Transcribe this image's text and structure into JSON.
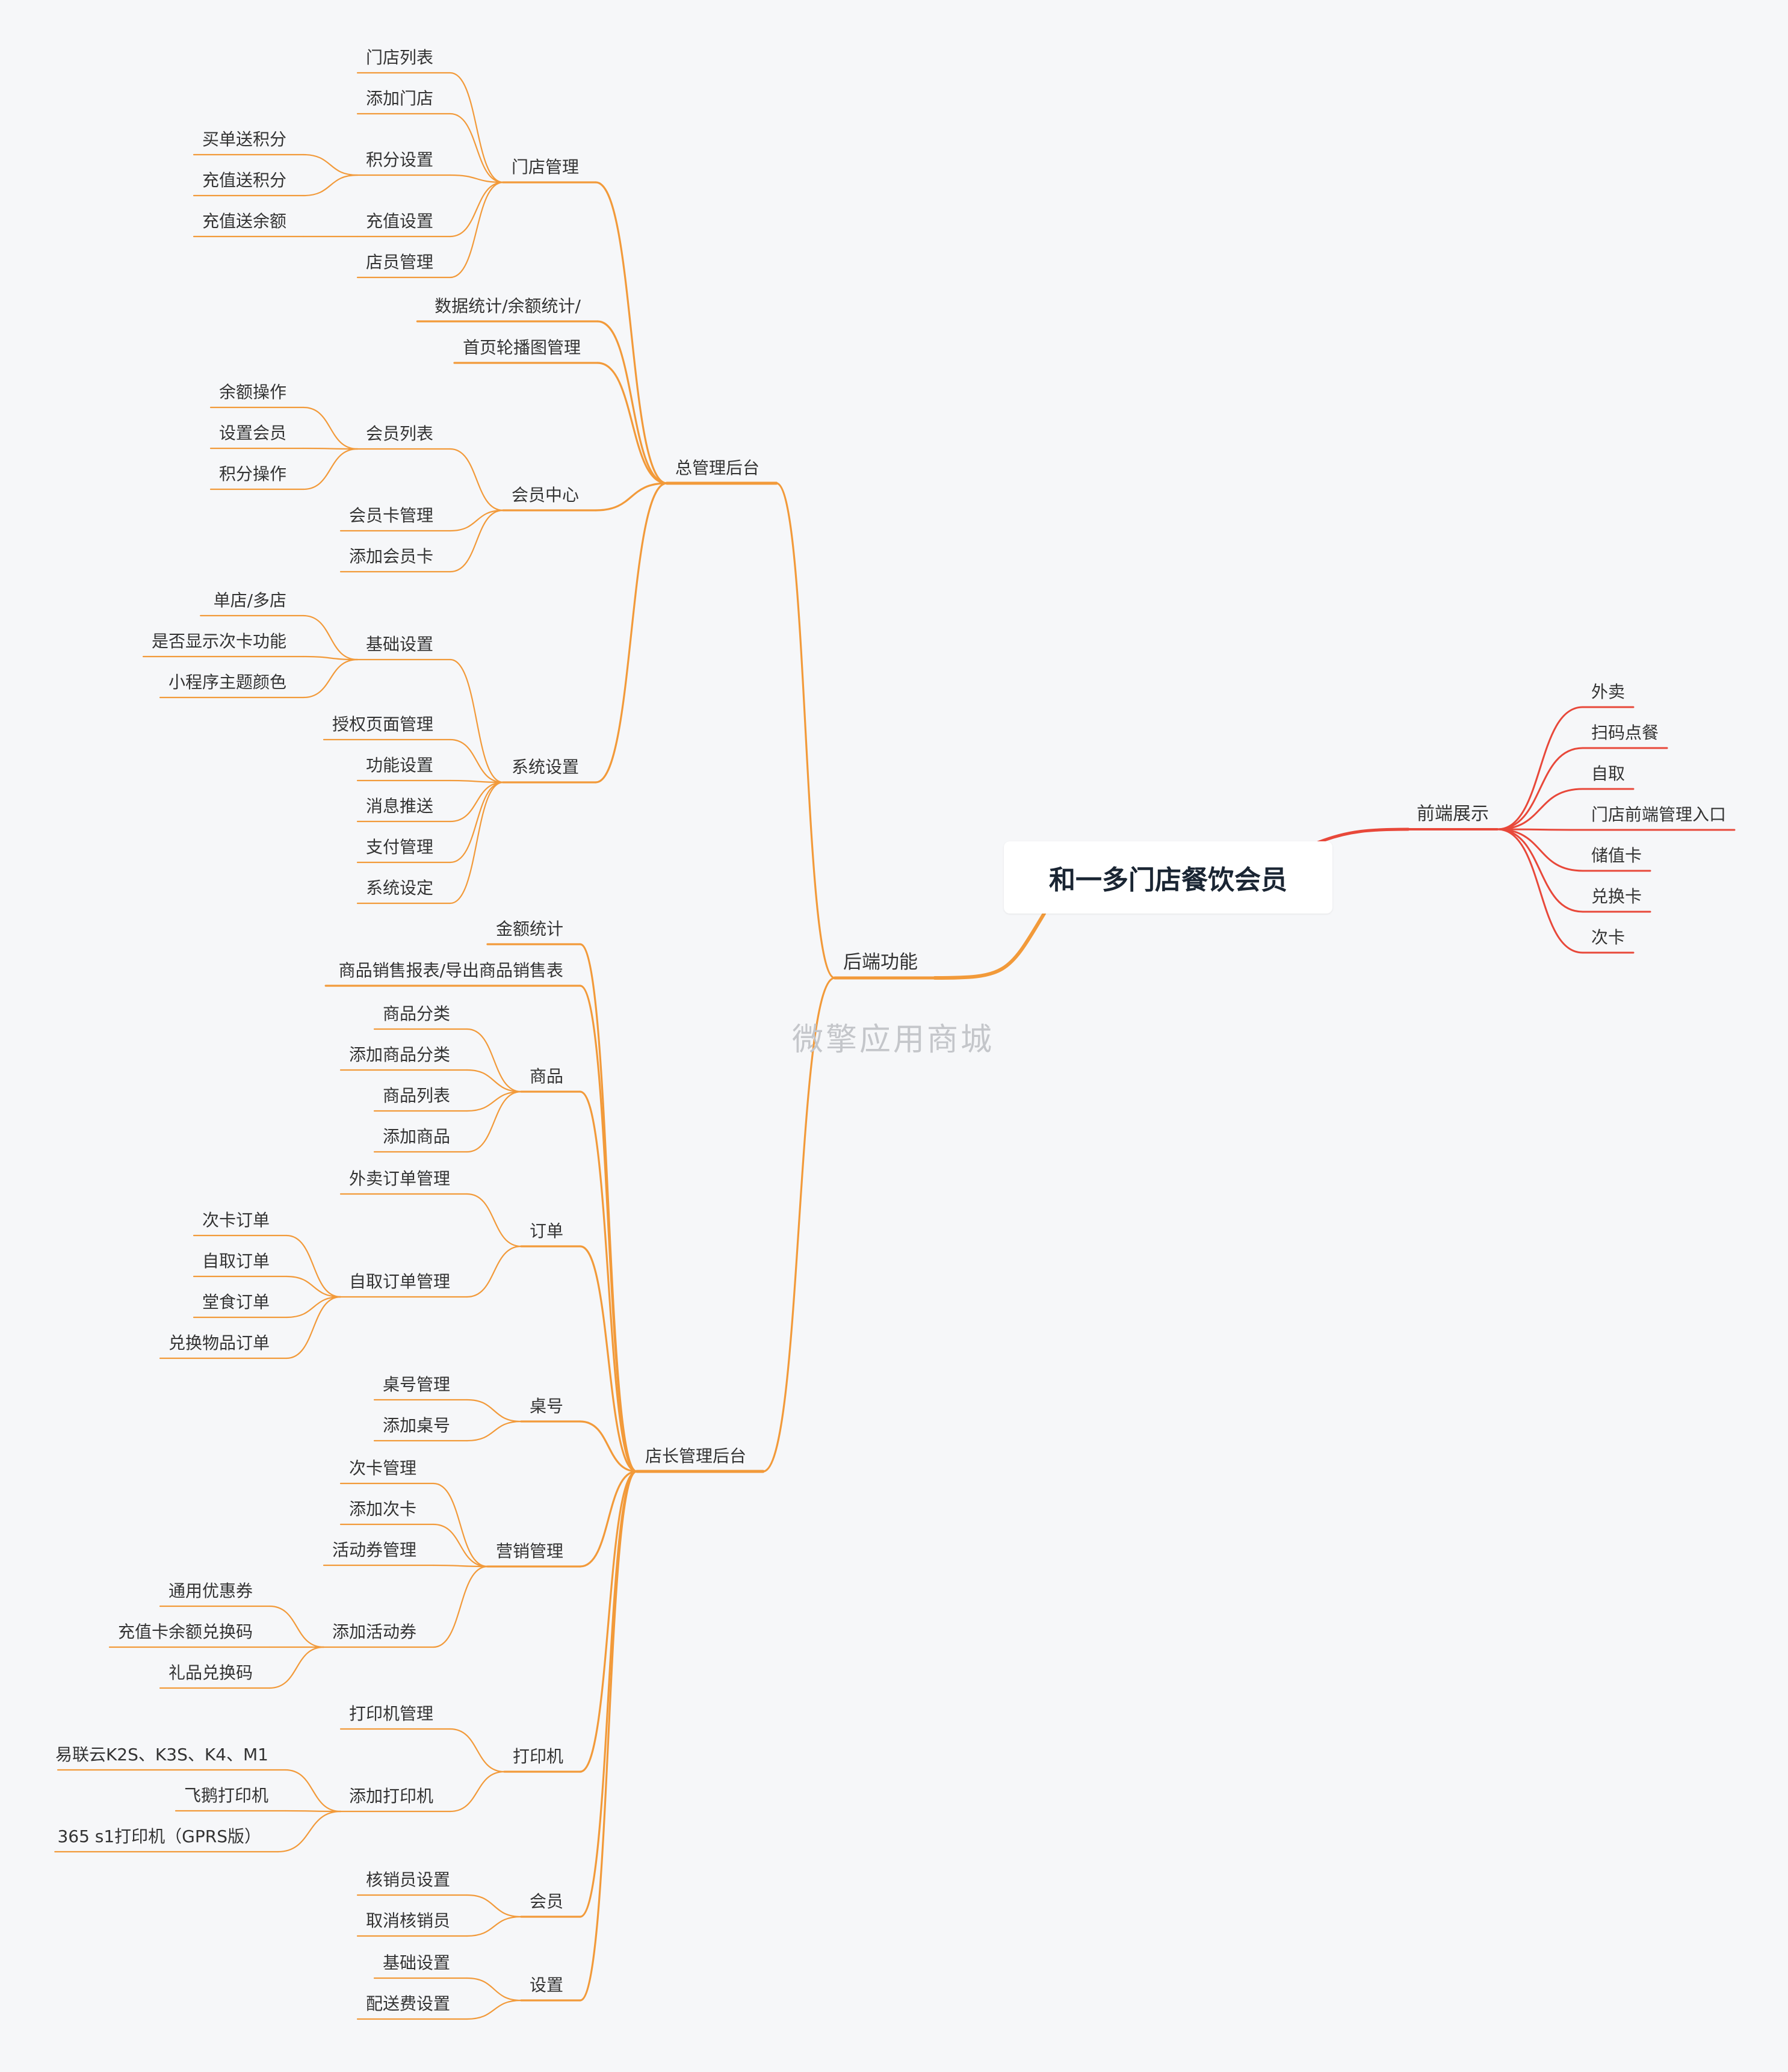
{
  "root": "和一多门店餐饮会员",
  "watermark": "微擎应用商城",
  "colors": {
    "backend_branch": "#f29a3a",
    "frontend_branch": "#e8483a",
    "text": "#333333",
    "background": "#f6f7f9"
  },
  "tree": {
    "label": "和一多门店餐饮会员",
    "children": [
      {
        "label": "后端功能",
        "children": [
          {
            "label": "总管理后台",
            "children": [
              {
                "label": "门店管理",
                "children": [
                  {
                    "label": "门店列表"
                  },
                  {
                    "label": "添加门店"
                  },
                  {
                    "label": "积分设置",
                    "children": [
                      {
                        "label": "买单送积分"
                      },
                      {
                        "label": "充值送积分"
                      }
                    ]
                  },
                  {
                    "label": "充值设置",
                    "children": [
                      {
                        "label": "充值送余额"
                      }
                    ]
                  },
                  {
                    "label": "店员管理"
                  }
                ]
              },
              {
                "label": "数据统计/余额统计/"
              },
              {
                "label": "首页轮播图管理"
              },
              {
                "label": "会员中心",
                "children": [
                  {
                    "label": "会员列表",
                    "children": [
                      {
                        "label": "余额操作"
                      },
                      {
                        "label": "设置会员"
                      },
                      {
                        "label": "积分操作"
                      }
                    ]
                  },
                  {
                    "label": "会员卡管理"
                  },
                  {
                    "label": "添加会员卡"
                  }
                ]
              },
              {
                "label": "系统设置",
                "children": [
                  {
                    "label": "基础设置",
                    "children": [
                      {
                        "label": "单店/多店"
                      },
                      {
                        "label": "是否显示次卡功能"
                      },
                      {
                        "label": "小程序主题颜色"
                      }
                    ]
                  },
                  {
                    "label": "授权页面管理"
                  },
                  {
                    "label": "功能设置"
                  },
                  {
                    "label": "消息推送"
                  },
                  {
                    "label": "支付管理"
                  },
                  {
                    "label": "系统设定"
                  }
                ]
              }
            ]
          },
          {
            "label": "店长管理后台",
            "children": [
              {
                "label": "金额统计"
              },
              {
                "label": "商品销售报表/导出商品销售表"
              },
              {
                "label": "商品",
                "children": [
                  {
                    "label": "商品分类"
                  },
                  {
                    "label": "添加商品分类"
                  },
                  {
                    "label": "商品列表"
                  },
                  {
                    "label": "添加商品"
                  }
                ]
              },
              {
                "label": "订单",
                "children": [
                  {
                    "label": "外卖订单管理"
                  },
                  {
                    "label": "自取订单管理",
                    "children": [
                      {
                        "label": "次卡订单"
                      },
                      {
                        "label": "自取订单"
                      },
                      {
                        "label": "堂食订单"
                      },
                      {
                        "label": "兑换物品订单"
                      }
                    ]
                  }
                ]
              },
              {
                "label": "桌号",
                "children": [
                  {
                    "label": "桌号管理"
                  },
                  {
                    "label": "添加桌号"
                  }
                ]
              },
              {
                "label": "营销管理",
                "children": [
                  {
                    "label": "次卡管理"
                  },
                  {
                    "label": "添加次卡"
                  },
                  {
                    "label": "活动券管理"
                  },
                  {
                    "label": "添加活动券",
                    "children": [
                      {
                        "label": "通用优惠券"
                      },
                      {
                        "label": "充值卡余额兑换码"
                      },
                      {
                        "label": "礼品兑换码"
                      }
                    ]
                  }
                ]
              },
              {
                "label": "打印机",
                "children": [
                  {
                    "label": "打印机管理"
                  },
                  {
                    "label": "添加打印机",
                    "children": [
                      {
                        "label": "易联云K2S、K3S、K4、M1"
                      },
                      {
                        "label": "飞鹅打印机"
                      },
                      {
                        "label": "365 s1打印机（GPRS版）"
                      }
                    ]
                  }
                ]
              },
              {
                "label": "会员",
                "children": [
                  {
                    "label": "核销员设置"
                  },
                  {
                    "label": "取消核销员"
                  }
                ]
              },
              {
                "label": "设置",
                "children": [
                  {
                    "label": "基础设置"
                  },
                  {
                    "label": "配送费设置"
                  }
                ]
              }
            ]
          }
        ]
      },
      {
        "label": "前端展示",
        "children": [
          {
            "label": "外卖"
          },
          {
            "label": "扫码点餐"
          },
          {
            "label": "自取"
          },
          {
            "label": "门店前端管理入口"
          },
          {
            "label": "储值卡"
          },
          {
            "label": "兑换卡"
          },
          {
            "label": "次卡"
          }
        ]
      }
    ]
  }
}
